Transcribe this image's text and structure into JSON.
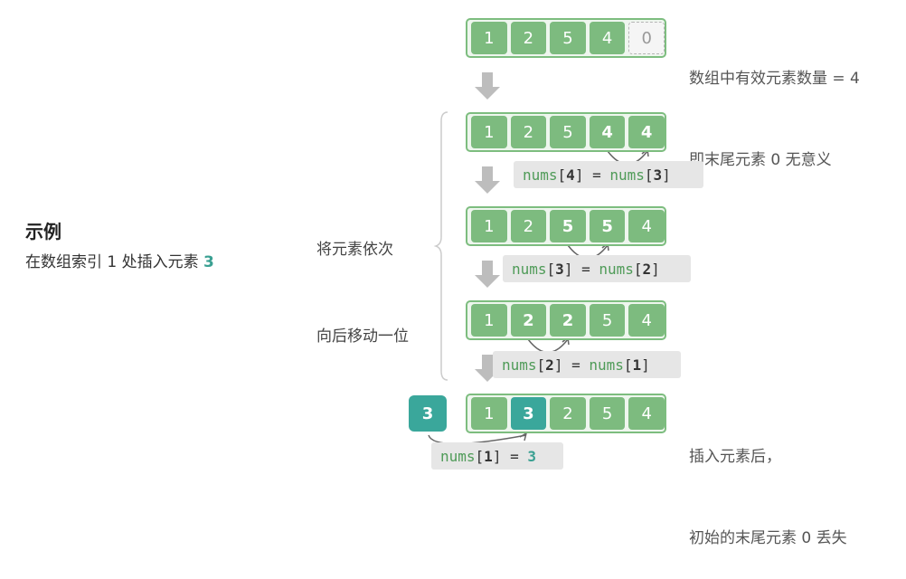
{
  "left": {
    "title": "示例",
    "subtitle_prefix": "在数组索引 1 处插入元素 ",
    "subtitle_value": "3"
  },
  "notes": {
    "top_line1": "数组中有效元素数量 = 4",
    "top_line2": "即末尾元素 0 无意义",
    "middle_line1": "将元素依次",
    "middle_line2": "向后移动一位",
    "bottom_line1": "插入元素后，",
    "bottom_line2": "初始的末尾元素 0 丢失"
  },
  "rows": [
    {
      "cells": [
        "1",
        "2",
        "5",
        "4",
        "0"
      ]
    },
    {
      "cells": [
        "1",
        "2",
        "5",
        "4",
        "4"
      ]
    },
    {
      "cells": [
        "1",
        "2",
        "5",
        "5",
        "4"
      ]
    },
    {
      "cells": [
        "1",
        "2",
        "2",
        "5",
        "4"
      ]
    },
    {
      "cells": [
        "1",
        "3",
        "2",
        "5",
        "4"
      ]
    }
  ],
  "codes": [
    {
      "lhs_name": "nums",
      "lhs_index": "4",
      "rhs_name": "nums",
      "rhs_index": "3"
    },
    {
      "lhs_name": "nums",
      "lhs_index": "3",
      "rhs_name": "nums",
      "rhs_index": "2"
    },
    {
      "lhs_name": "nums",
      "lhs_index": "2",
      "rhs_name": "nums",
      "rhs_index": "1"
    },
    {
      "lhs_name": "nums",
      "lhs_index": "1",
      "rhs_value": "3"
    }
  ],
  "insert_value": "3",
  "colors": {
    "cell_green": "#7dbb7f",
    "cell_teal": "#3aa79b",
    "row_border": "#7dbd7f",
    "code_bg": "#e6e6e6",
    "arrow_gray": "#bdbdbd"
  }
}
